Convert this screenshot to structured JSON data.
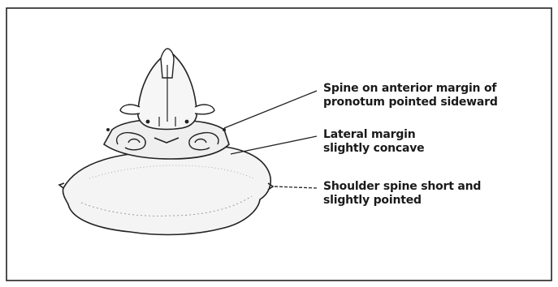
{
  "annotations": [
    {
      "id": "spine-anterior",
      "lines": [
        "Spine on anterior margin of",
        "pronotum pointed sideward"
      ]
    },
    {
      "id": "lateral-margin",
      "lines": [
        "Lateral margin",
        "slightly concave"
      ]
    },
    {
      "id": "shoulder-spine",
      "lines": [
        "Shoulder spine short and",
        "slightly pointed"
      ]
    }
  ]
}
